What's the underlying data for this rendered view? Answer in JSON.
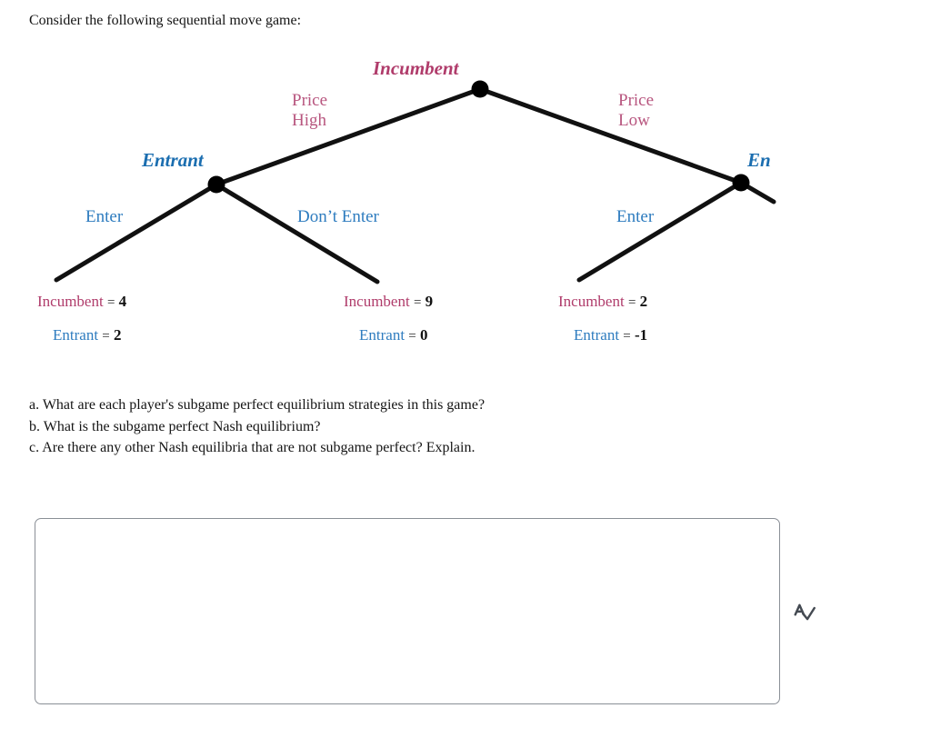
{
  "prompt": "Consider the following sequential move game:",
  "colors": {
    "incumbent": "#B03C6B",
    "incumbent_action": "#B8567F",
    "entrant": "#1B6EB0",
    "entrant_action": "#2E7CBF",
    "edge": "#111111",
    "node": "#000000",
    "textarea_border": "#8a8f96"
  },
  "tree": {
    "players": {
      "root": "Incumbent",
      "left": "Entrant",
      "right": "En"
    },
    "actions": {
      "price_high_line1": "Price",
      "price_high_line2": "High",
      "price_low_line1": "Price",
      "price_low_line2": "Low",
      "enter_left": "Enter",
      "dont_enter": "Don’t Enter",
      "enter_right": "Enter"
    },
    "outcomes": [
      {
        "id": "enter-price-high",
        "incumbent_label": "Incumbent",
        "incumbent_eq": "=",
        "incumbent_value": "4",
        "entrant_label": "Entrant",
        "entrant_eq": "=",
        "entrant_value": "2"
      },
      {
        "id": "dont-enter-price-high",
        "incumbent_label": "Incumbent",
        "incumbent_eq": "=",
        "incumbent_value": "9",
        "entrant_label": "Entrant",
        "entrant_eq": "=",
        "entrant_value": "0"
      },
      {
        "id": "enter-price-low",
        "incumbent_label": "Incumbent",
        "incumbent_eq": "=",
        "incumbent_value": "2",
        "entrant_label": "Entrant",
        "entrant_eq": "=",
        "entrant_value": "-1"
      }
    ]
  },
  "questions": [
    "a. What are each player's subgame perfect equilibrium strategies in this game?",
    "b. What is the subgame perfect Nash equilibrium?",
    "c. Are there any other Nash equilibria that are not subgame perfect? Explain."
  ],
  "answer": {
    "value": "",
    "placeholder": ""
  },
  "icons": {
    "spellcheck": "spellcheck-icon"
  }
}
